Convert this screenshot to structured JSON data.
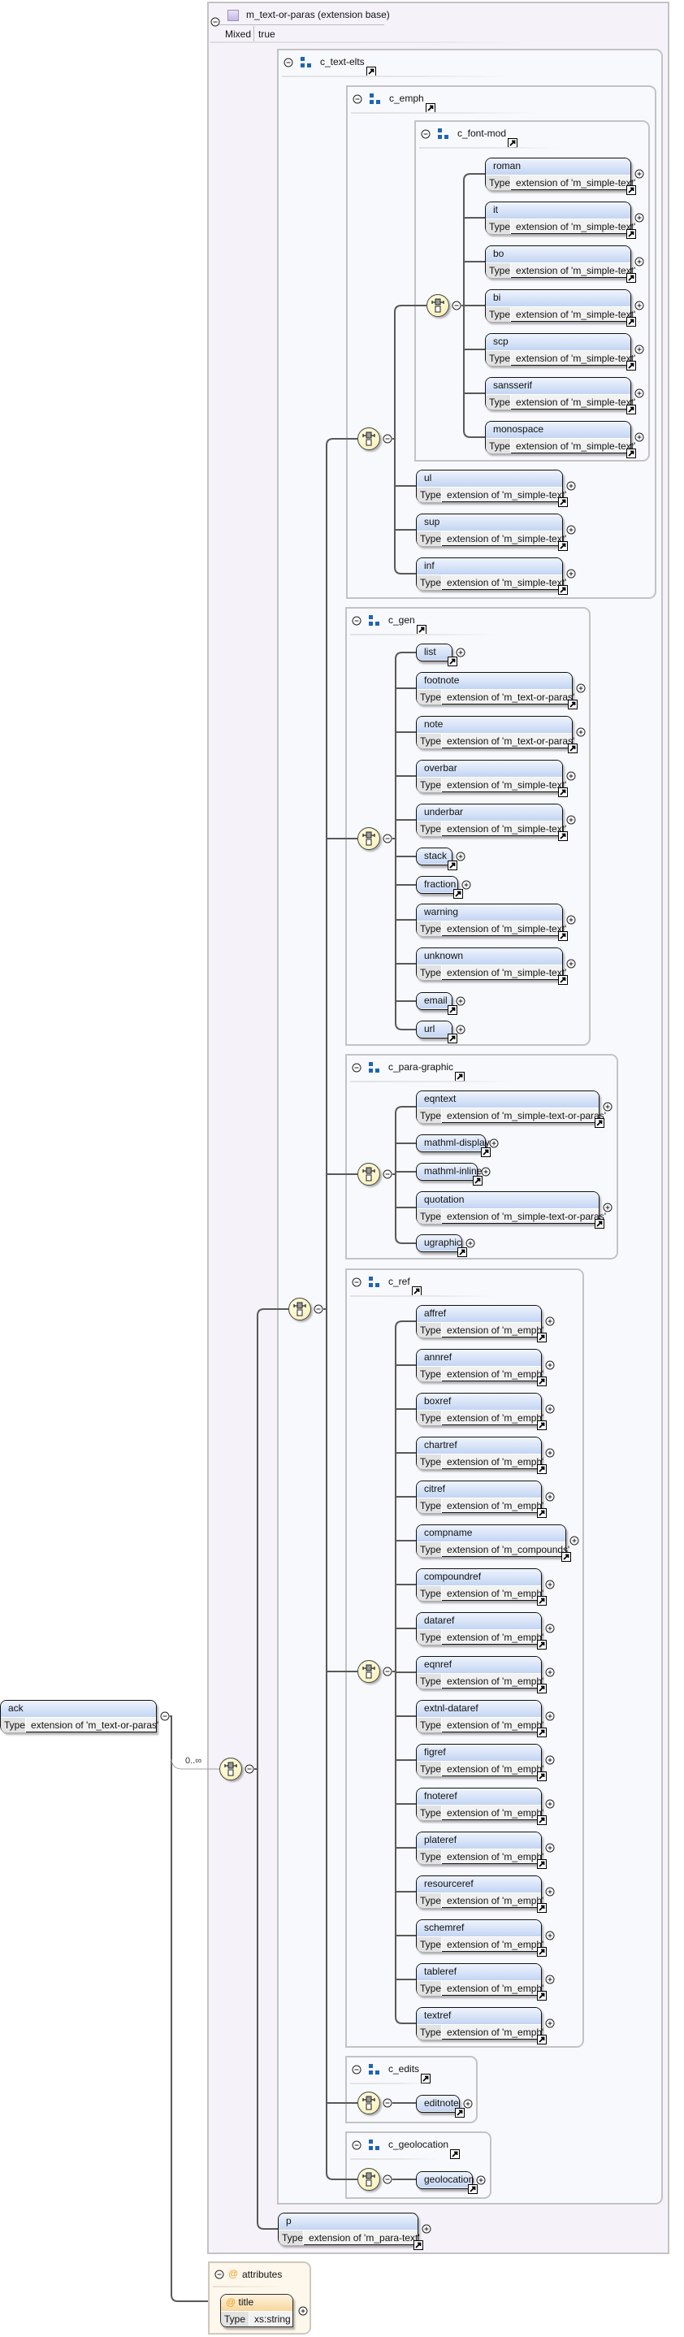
{
  "root": {
    "name": "ack",
    "type_label": "Type",
    "type": "extension of 'm_text-or-paras'",
    "occurrence": "0..∞"
  },
  "extension": {
    "title": "m_text-or-paras (extension base)",
    "mixed_label": "Mixed",
    "mixed_value": "true"
  },
  "groups": [
    {
      "name": "c_text-elts",
      "elements": []
    },
    {
      "name": "c_emph",
      "elements": [
        {
          "name": "ul",
          "type": "extension of 'm_simple-text'"
        },
        {
          "name": "sup",
          "type": "extension of 'm_simple-text'"
        },
        {
          "name": "inf",
          "type": "extension of 'm_simple-text'"
        }
      ]
    },
    {
      "name": "c_font-mod",
      "elements": [
        {
          "name": "roman",
          "type": "extension of 'm_simple-text'"
        },
        {
          "name": "it",
          "type": "extension of 'm_simple-text'"
        },
        {
          "name": "bo",
          "type": "extension of 'm_simple-text'"
        },
        {
          "name": "bi",
          "type": "extension of 'm_simple-text'"
        },
        {
          "name": "scp",
          "type": "extension of 'm_simple-text'"
        },
        {
          "name": "sansserif",
          "type": "extension of 'm_simple-text'"
        },
        {
          "name": "monospace",
          "type": "extension of 'm_simple-text'"
        }
      ]
    },
    {
      "name": "c_gen",
      "elements": [
        {
          "name": "list"
        },
        {
          "name": "footnote",
          "type": "extension of 'm_text-or-paras'"
        },
        {
          "name": "note",
          "type": "extension of 'm_text-or-paras'"
        },
        {
          "name": "overbar",
          "type": "extension of 'm_simple-text'"
        },
        {
          "name": "underbar",
          "type": "extension of 'm_simple-text'"
        },
        {
          "name": "stack"
        },
        {
          "name": "fraction"
        },
        {
          "name": "warning",
          "type": "extension of 'm_simple-text'"
        },
        {
          "name": "unknown",
          "type": "extension of 'm_simple-text'"
        },
        {
          "name": "email"
        },
        {
          "name": "url"
        }
      ]
    },
    {
      "name": "c_para-graphic",
      "elements": [
        {
          "name": "eqntext",
          "type": "extension of 'm_simple-text-or-paras'"
        },
        {
          "name": "mathml-display"
        },
        {
          "name": "mathml-inline"
        },
        {
          "name": "quotation",
          "type": "extension of 'm_simple-text-or-paras'"
        },
        {
          "name": "ugraphic"
        }
      ]
    },
    {
      "name": "c_ref",
      "elements": [
        {
          "name": "affref",
          "type": "extension of 'm_emph'"
        },
        {
          "name": "annref",
          "type": "extension of 'm_emph'"
        },
        {
          "name": "boxref",
          "type": "extension of 'm_emph'"
        },
        {
          "name": "chartref",
          "type": "extension of 'm_emph'"
        },
        {
          "name": "citref",
          "type": "extension of 'm_emph'"
        },
        {
          "name": "compname",
          "type": "extension of 'm_compounds'"
        },
        {
          "name": "compoundref",
          "type": "extension of 'm_emph'"
        },
        {
          "name": "dataref",
          "type": "extension of 'm_emph'"
        },
        {
          "name": "eqnref",
          "type": "extension of 'm_emph'"
        },
        {
          "name": "extnl-dataref",
          "type": "extension of 'm_emph'"
        },
        {
          "name": "figref",
          "type": "extension of 'm_emph'"
        },
        {
          "name": "fnoteref",
          "type": "extension of 'm_emph'"
        },
        {
          "name": "plateref",
          "type": "extension of 'm_emph'"
        },
        {
          "name": "resourceref",
          "type": "extension of 'm_emph'"
        },
        {
          "name": "schemref",
          "type": "extension of 'm_emph'"
        },
        {
          "name": "tableref",
          "type": "extension of 'm_emph'"
        },
        {
          "name": "textref",
          "type": "extension of 'm_emph'"
        }
      ]
    },
    {
      "name": "c_edits",
      "elements": [
        {
          "name": "editnote"
        }
      ]
    },
    {
      "name": "c_geolocation",
      "elements": [
        {
          "name": "geolocation"
        }
      ]
    }
  ],
  "p_element": {
    "name": "p",
    "type": "extension of 'm_para-text'"
  },
  "type_label": "Type",
  "attributes": {
    "title": "attributes",
    "symbol": "@",
    "items": [
      {
        "name": "title",
        "type": "xs:string"
      }
    ]
  },
  "colors": {
    "element_header": "#c3d5f3",
    "group_icon": "#1e64b4",
    "choice_fill": "#f7efb0",
    "attribute_accent": "#f0a020",
    "extension_bg": "#f5f3f9"
  }
}
